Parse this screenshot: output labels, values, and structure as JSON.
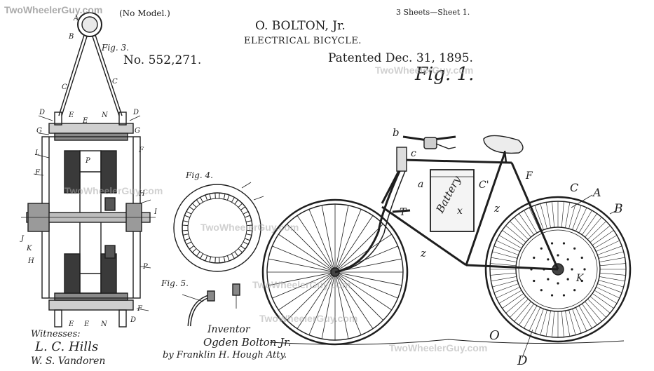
{
  "header": {
    "no_model": "(No Model.)",
    "inventor_name": "O. BOLTON, Jr.",
    "title": "ELECTRICAL BICYCLE.",
    "patent_number": "No. 552,271.",
    "patent_date": "Patented Dec. 31, 1895.",
    "sheets": "3 Sheets—Sheet 1."
  },
  "figures": {
    "fig1": "Fig. 1.",
    "fig3": "Fig. 3.",
    "fig4": "Fig. 4.",
    "fig5": "Fig. 5."
  },
  "bicycle_labels": {
    "battery": "Battery",
    "a": "a",
    "b": "b",
    "c_small": "c",
    "C_prime": "C'",
    "x": "x",
    "F": "F",
    "C": "C",
    "A": "A",
    "B": "B",
    "z1": "z",
    "z2": "z",
    "T": "T",
    "K": "K",
    "O": "O",
    "D": "D"
  },
  "hub_labels": [
    "A",
    "B",
    "C",
    "C",
    "D",
    "D",
    "G",
    "G",
    "L",
    "F",
    "F",
    "E",
    "E",
    "N",
    "P",
    "H",
    "I",
    "J",
    "K",
    "H",
    "P",
    "F",
    "E",
    "E",
    "N",
    "D"
  ],
  "signatures": {
    "witnesses_label": "Witnesses:",
    "witness1": "L. C. Hills",
    "witness2": "W. S. Vandoren",
    "inventor_label": "Inventor",
    "inventor_sig": "Ogden Bolton Jr.",
    "attorney": "by Franklin H. Hough Atty."
  },
  "watermark": "TwoWheelerGuy.com",
  "colors": {
    "ink": "#1e1e1e",
    "paper": "#ffffff",
    "watermark": "#aaaaaa"
  }
}
